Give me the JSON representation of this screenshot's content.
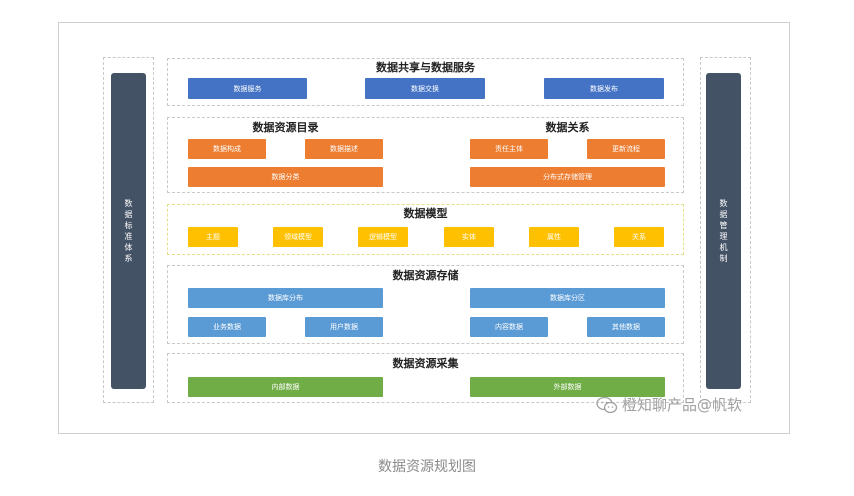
{
  "left_panel": {
    "chars": [
      "数",
      "据",
      "标",
      "准",
      "体",
      "系"
    ]
  },
  "right_panel": {
    "chars": [
      "数",
      "据",
      "管",
      "理",
      "机",
      "制"
    ]
  },
  "layers": {
    "sharing": {
      "title": "数据共享与数据服务",
      "items": [
        "数据服务",
        "数据交换",
        "数据发布"
      ]
    },
    "catalog": {
      "title_left": "数据资源目录",
      "title_right": "数据关系",
      "left_top": [
        "数据构成",
        "数据描述"
      ],
      "left_bottom": "数据分类",
      "right_top": [
        "责任主体",
        "更新流程"
      ],
      "right_bottom": "分布式存储管理"
    },
    "model": {
      "title": "数据模型",
      "items": [
        "主题",
        "领域模型",
        "逻辑模型",
        "实体",
        "属性",
        "关系"
      ]
    },
    "storage": {
      "title": "数据资源存储",
      "left_wide": "数据库分布",
      "right_wide": "数据库分区",
      "left_small": [
        "业务数据",
        "用户数据"
      ],
      "right_small": [
        "内容数据",
        "其他数据"
      ]
    },
    "collection": {
      "title": "数据资源采集",
      "items": [
        "内部数据",
        "外部数据"
      ]
    }
  },
  "watermark": "橙知聊产品@帆软",
  "caption": "数据资源规划图",
  "colors": {
    "sidebar": "#445266",
    "sharing_box": "#4472c4",
    "catalog_box": "#ed7d31",
    "model_box": "#ffc000",
    "storage_box": "#5b9bd5",
    "collection_box": "#70ad47"
  }
}
